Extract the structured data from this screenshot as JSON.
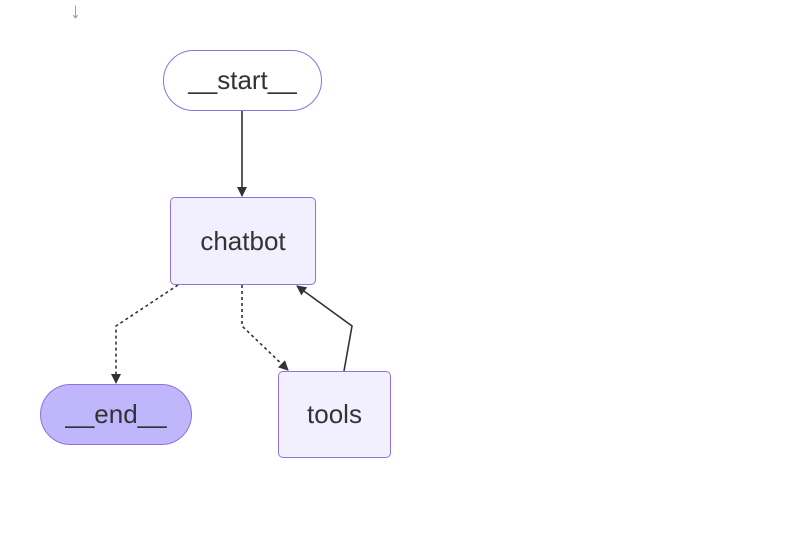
{
  "colors": {
    "edge": "#333333",
    "node_border": "#9370db",
    "node_fill": "#f2f0ff",
    "end_fill": "#bfb6fc",
    "start_fill": "#ffffff"
  },
  "corner_icon": {
    "icon": "down-arrow-icon",
    "glyph": "↓"
  },
  "nodes": {
    "start": {
      "label": "__start__"
    },
    "chatbot": {
      "label": "chatbot"
    },
    "end": {
      "label": "__end__"
    },
    "tools": {
      "label": "tools"
    }
  },
  "edges": [
    {
      "from": "__start__",
      "to": "chatbot",
      "style": "solid"
    },
    {
      "from": "chatbot",
      "to": "__end__",
      "style": "dashed"
    },
    {
      "from": "chatbot",
      "to": "tools",
      "style": "dashed"
    },
    {
      "from": "tools",
      "to": "chatbot",
      "style": "solid"
    }
  ]
}
